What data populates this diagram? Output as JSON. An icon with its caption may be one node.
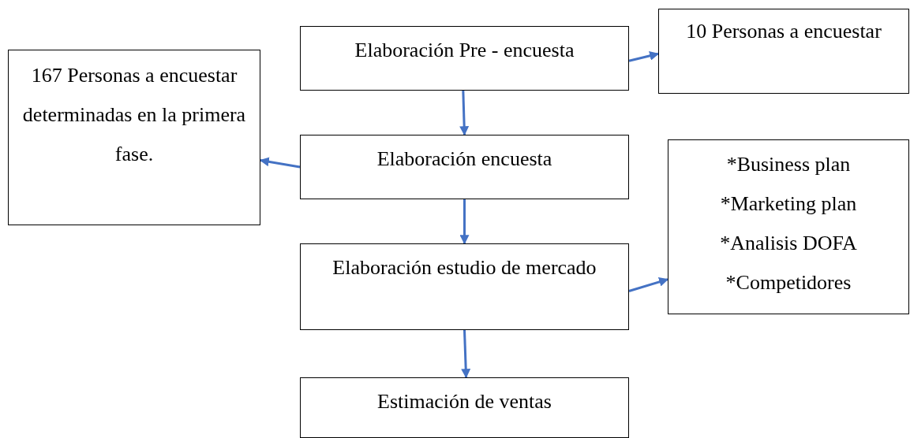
{
  "diagram": {
    "nodes": [
      {
        "text": [
          "Elaboración Pre - encuesta"
        ]
      },
      {
        "text": [
          "10 Personas a encuestar"
        ]
      },
      {
        "text": [
          "167 Personas a encuestar determinadas en la primera fase."
        ]
      },
      {
        "text": [
          "Elaboración encuesta"
        ]
      },
      {
        "text": [
          "Elaboración estudio de mercado"
        ]
      },
      {
        "text": [
          "*Business plan",
          "*Marketing plan",
          "*Analisis DOFA",
          "*Competidores"
        ]
      },
      {
        "text": [
          "Estimación de ventas"
        ]
      }
    ],
    "edges": [
      {
        "from": 0,
        "to": 1,
        "arrow": "to"
      },
      {
        "from": 0,
        "to": 3,
        "arrow": "to"
      },
      {
        "from": 3,
        "to": 2,
        "arrow": "to"
      },
      {
        "from": 3,
        "to": 4,
        "arrow": "to"
      },
      {
        "from": 4,
        "to": 5,
        "arrow": "to"
      },
      {
        "from": 4,
        "to": 6,
        "arrow": "to"
      }
    ]
  }
}
